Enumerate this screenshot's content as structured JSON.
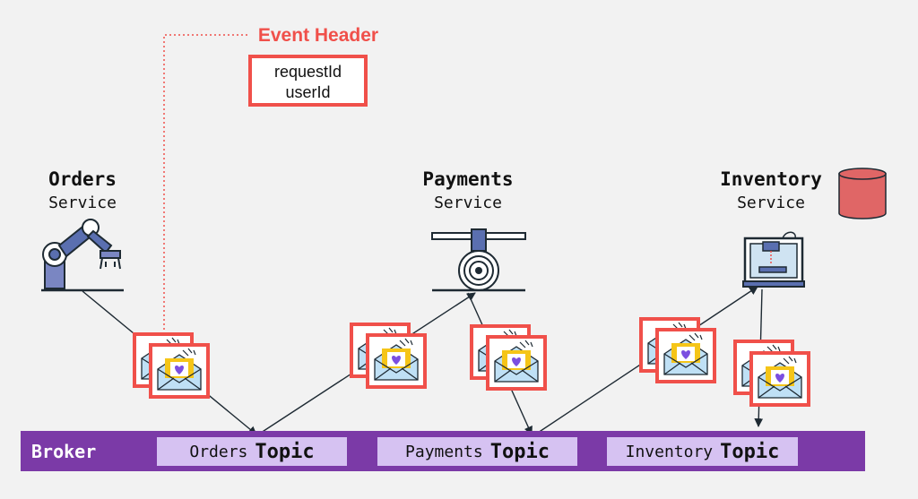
{
  "event_header": {
    "title": "Event Header",
    "fields": [
      "requestId",
      "userId"
    ]
  },
  "services": [
    {
      "name": "Orders",
      "label": "Service",
      "icon": "robot-arm-icon"
    },
    {
      "name": "Payments",
      "label": "Service",
      "icon": "cable-spool-icon"
    },
    {
      "name": "Inventory",
      "label": "Service",
      "icon": "3d-printer-icon"
    }
  ],
  "database_icon": "database-icon",
  "broker": {
    "label": "Broker",
    "topics": [
      {
        "name": "Orders",
        "suffix": "Topic"
      },
      {
        "name": "Payments",
        "suffix": "Topic"
      },
      {
        "name": "Inventory",
        "suffix": "Topic"
      }
    ]
  },
  "message_icon": "envelope-heart-icon",
  "colors": {
    "background": "#f2f2f2",
    "accent_red": "#f0504a",
    "broker_purple": "#7b3aa7",
    "topic_lavender": "#d6c2f2",
    "icon_blue": "#5a6fb0",
    "envelope_yellow": "#f5c518",
    "heart_purple": "#7b4fe0"
  }
}
